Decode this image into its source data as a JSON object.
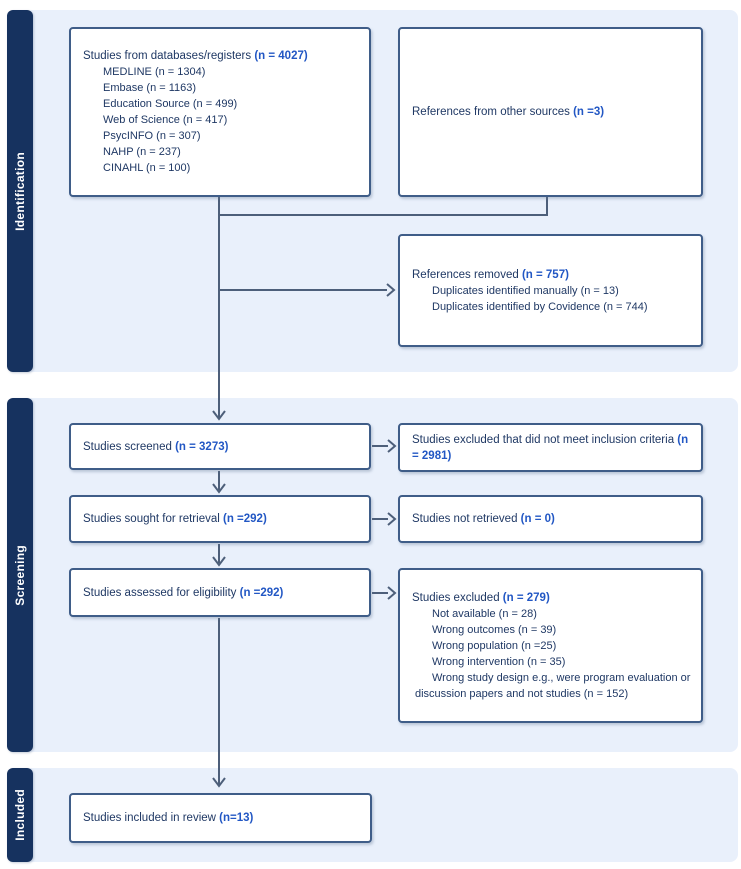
{
  "title": "PRISMA study selection flow diagram",
  "colors": {
    "navy": "#16325f",
    "panel": "#e9f0fb",
    "border": "#3f5d88",
    "boxbg": "#ffffff",
    "text": "#1f3864",
    "count": "#2257c4",
    "arrow": "#4d5f7a"
  },
  "sections": {
    "identification": {
      "label": "Identification"
    },
    "screening": {
      "label": "Screening"
    },
    "included": {
      "label": "Included"
    }
  },
  "boxes": {
    "databases": {
      "main": "Studies from databases/registers ",
      "count": "(n = 4027)",
      "items": [
        "MEDLINE (n = 1304)",
        "Embase (n = 1163)",
        "Education Source (n = 499)",
        "Web of Science (n = 417)",
        "PsycINFO (n = 307)",
        "NAHP (n = 237)",
        "CINAHL (n = 100)"
      ]
    },
    "other_sources": {
      "main": "References from other sources ",
      "count": "(n =3)"
    },
    "references_removed": {
      "main": "References removed ",
      "count": "(n = 757)",
      "items": [
        "Duplicates identified manually (n = 13)",
        "Duplicates identified by Covidence (n = 744)"
      ]
    },
    "screened": {
      "main": "Studies screened ",
      "count": "(n = 3273)"
    },
    "excluded_screening": {
      "main": "Studies excluded that did not meet inclusion criteria ",
      "count": "(n = 2981)"
    },
    "sought": {
      "main": "Studies sought for retrieval ",
      "count": "(n =292)"
    },
    "not_retrieved": {
      "main": "Studies not retrieved ",
      "count": "(n = 0)"
    },
    "assessed": {
      "main": "Studies assessed for eligibility ",
      "count": "(n =292)"
    },
    "excluded_eligibility": {
      "main": "Studies excluded ",
      "count": "(n = 279)",
      "items": [
        "Not available (n = 28)",
        "Wrong outcomes (n = 39)",
        "Wrong population (n =25)",
        "Wrong intervention (n = 35)",
        "Wrong study design e.g., were program evaluation or discussion papers and not studies (n = 152)"
      ]
    },
    "included_review": {
      "main": "Studies included in review ",
      "count": "(n=13)"
    }
  }
}
